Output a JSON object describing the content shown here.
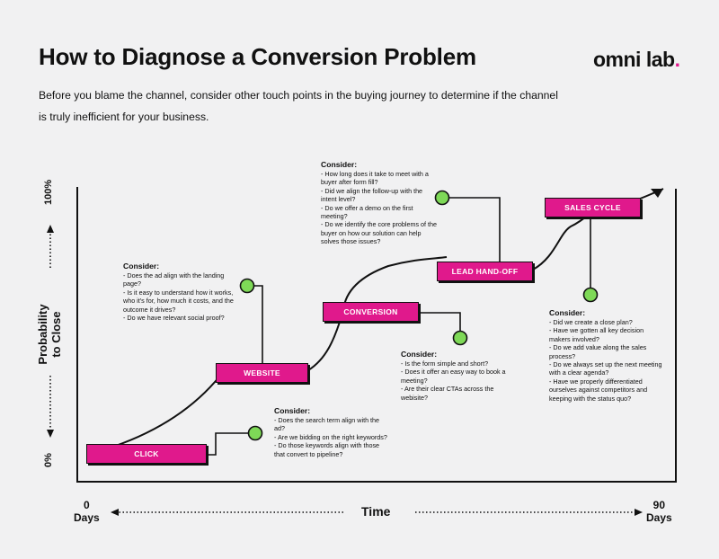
{
  "header": {
    "title": "How to Diagnose a Conversion Problem",
    "logo_text": "omni lab",
    "logo_dot": ".",
    "subtitle": "Before you blame the channel, consider other touch points in the buying journey to determine if the channel is truly inefficient for your business."
  },
  "axes": {
    "y_label_line1": "Probability",
    "y_label_line2": "to Close",
    "y_top": "100%",
    "y_bottom": "0%",
    "x_label": "Time",
    "x_start_value": "0",
    "x_start_unit": "Days",
    "x_end_value": "90",
    "x_end_unit": "Days"
  },
  "stages": {
    "click": "CLICK",
    "website": "WEBSITE",
    "conversion": "CONVERSION",
    "lead_handoff": "LEAD HAND-OFF",
    "sales_cycle": "SALES CYCLE"
  },
  "notes": {
    "click": {
      "heading": "Consider:",
      "items": [
        "Does the search term align with the ad?",
        "Are we bidding on the right keywords?",
        "Do those keywords align with those that convert to pipeline?"
      ]
    },
    "website": {
      "heading": "Consider:",
      "items": [
        "Does the ad align with the landing page?",
        "Is it easy to understand how it works, who it's for, how much it costs, and the outcome it drives?",
        "Do we have relevant social proof?"
      ]
    },
    "conversion": {
      "heading": "Consider:",
      "items": [
        "Is the form simple and short?",
        "Does it offer an easy way to book a meeting?",
        "Are their clear CTAs across the webisite?"
      ]
    },
    "lead_handoff": {
      "heading": "Consider:",
      "items": [
        "How long does it take to meet with a buyer after form fill?",
        "Did we align the follow-up with the intent level?",
        "Do we offer a demo on the first meeting?",
        "Do we identify the core problems of the buyer on how our solution can help solves those issues?"
      ]
    },
    "sales_cycle": {
      "heading": "Consider:",
      "items": [
        "Did we create a close plan?",
        "Have we gotten all key decision makers involved?",
        "Do we add value along the sales process?",
        "Do we always set up the next meeting with a clear agenda?",
        "Have we properly differentiated ourselves against competitors and keeping with the status quo?"
      ]
    }
  },
  "colors": {
    "accent": "#e0198c",
    "marker": "#7ed957",
    "ink": "#111111",
    "background": "#f1f1f2"
  }
}
